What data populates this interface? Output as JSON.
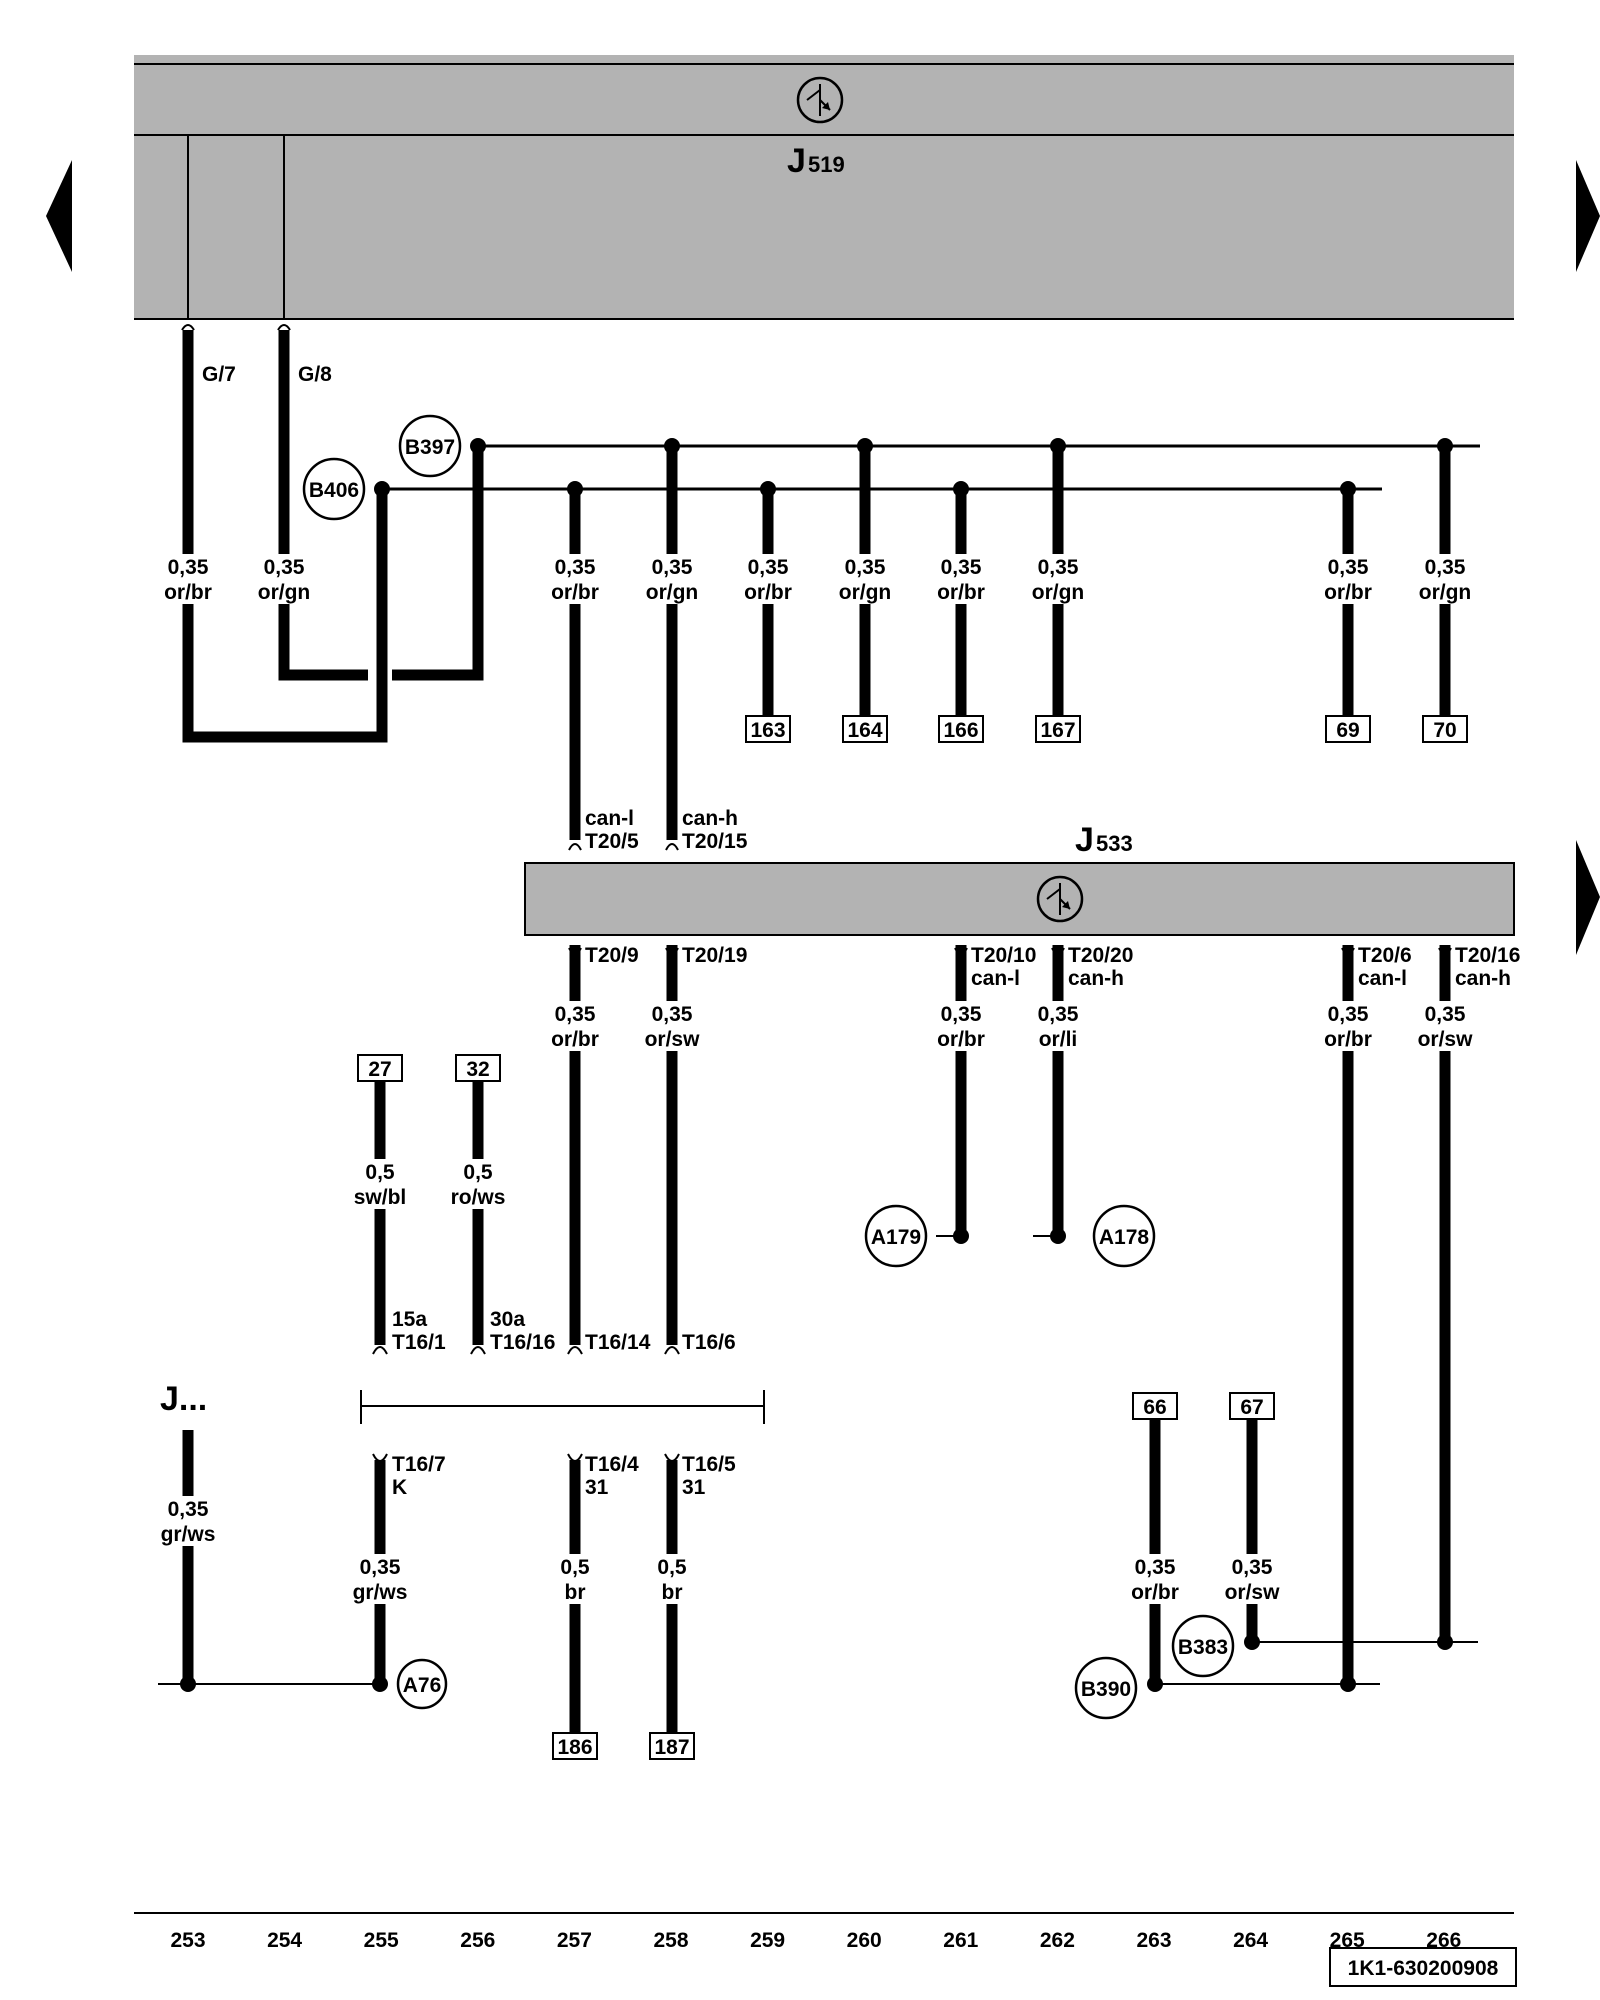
{
  "components": {
    "j519": {
      "letter": "J",
      "sub": "519"
    },
    "j533": {
      "letter": "J",
      "sub": "533"
    },
    "j_other": "J..."
  },
  "pins": {
    "g7": "G/7",
    "g8": "G/8",
    "t20_5": "T20/5",
    "t20_15": "T20/15",
    "t20_9": "T20/9",
    "t20_19": "T20/19",
    "t20_10": "T20/10",
    "t20_20": "T20/20",
    "t20_6": "T20/6",
    "t20_16": "T20/16",
    "t16_1": "T16/1",
    "t16_16": "T16/16",
    "t16_14": "T16/14",
    "t16_6": "T16/6",
    "t16_7": "T16/7",
    "t16_4": "T16/4",
    "t16_5": "T16/5"
  },
  "signals": {
    "can_l": "can-l",
    "can_h": "can-h",
    "s15a": "15a",
    "s30a": "30a",
    "k": "K",
    "s31": "31"
  },
  "connectors": {
    "b397": "B397",
    "b406": "B406",
    "a179": "A179",
    "a178": "A178",
    "a76": "A76",
    "b383": "B383",
    "b390": "B390"
  },
  "refs": {
    "r163": "163",
    "r164": "164",
    "r166": "166",
    "r167": "167",
    "r69": "69",
    "r70": "70",
    "r27": "27",
    "r32": "32",
    "r66": "66",
    "r67": "67",
    "r186": "186",
    "r187": "187"
  },
  "wires": {
    "w253a": {
      "size": "0,35",
      "color": "or/br"
    },
    "w254a": {
      "size": "0,35",
      "color": "or/gn"
    },
    "w257a": {
      "size": "0,35",
      "color": "or/br"
    },
    "w258a": {
      "size": "0,35",
      "color": "or/gn"
    },
    "w259a": {
      "size": "0,35",
      "color": "or/br"
    },
    "w260a": {
      "size": "0,35",
      "color": "or/gn"
    },
    "w261a": {
      "size": "0,35",
      "color": "or/br"
    },
    "w262a": {
      "size": "0,35",
      "color": "or/gn"
    },
    "w265a": {
      "size": "0,35",
      "color": "or/br"
    },
    "w266a": {
      "size": "0,35",
      "color": "or/gn"
    },
    "w257b": {
      "size": "0,35",
      "color": "or/br"
    },
    "w258b": {
      "size": "0,35",
      "color": "or/sw"
    },
    "w261b": {
      "size": "0,35",
      "color": "or/br"
    },
    "w262b": {
      "size": "0,35",
      "color": "or/li"
    },
    "w265b": {
      "size": "0,35",
      "color": "or/br"
    },
    "w266b": {
      "size": "0,35",
      "color": "or/sw"
    },
    "w255c": {
      "size": "0,5",
      "color": "sw/bl"
    },
    "w256c": {
      "size": "0,5",
      "color": "ro/ws"
    },
    "w253d": {
      "size": "0,35",
      "color": "gr/ws"
    },
    "w255d": {
      "size": "0,35",
      "color": "gr/ws"
    },
    "w257d": {
      "size": "0,5",
      "color": "br"
    },
    "w258d": {
      "size": "0,5",
      "color": "br"
    },
    "w263d": {
      "size": "0,35",
      "color": "or/br"
    },
    "w264d": {
      "size": "0,35",
      "color": "or/sw"
    }
  },
  "grid_numbers": [
    "253",
    "254",
    "255",
    "256",
    "257",
    "258",
    "259",
    "260",
    "261",
    "262",
    "263",
    "264",
    "265",
    "266"
  ],
  "doc_code": "1K1-630200908",
  "colors": {
    "module_fill": "#b3b3b3",
    "line": "#000000",
    "background": "#ffffff"
  },
  "icons": {
    "module": "control-unit-symbol",
    "nav": "triangle-arrow"
  }
}
